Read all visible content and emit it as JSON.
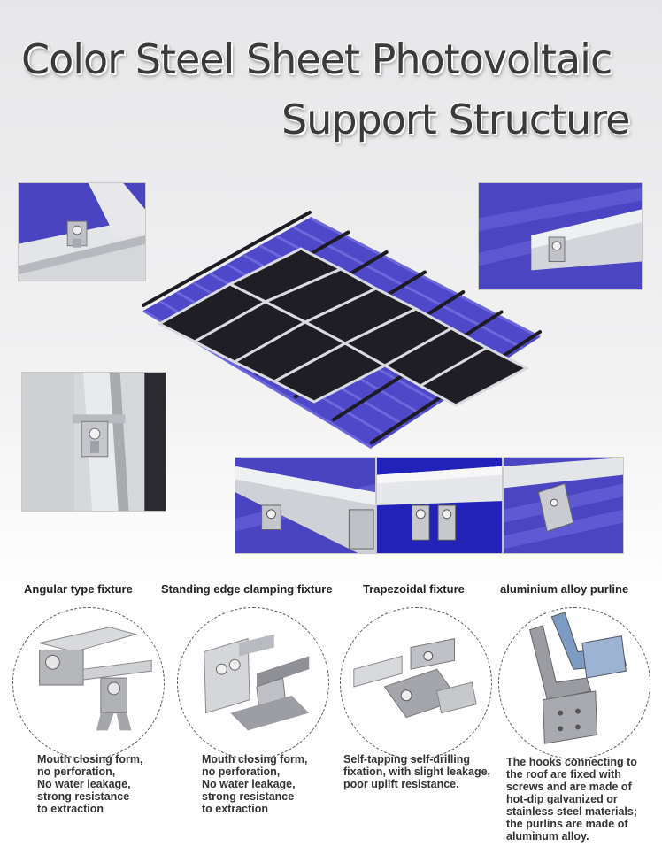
{
  "title": {
    "line1": "Color Steel Sheet Photovoltaic",
    "line2": "Support Structure"
  },
  "fixtures": [
    {
      "label": "Angular type fixture",
      "description": [
        "Mouth closing form,",
        "no perforation,",
        "No water leakage,",
        "strong resistance",
        "to extraction"
      ]
    },
    {
      "label": "Standing edge clamping fixture",
      "description": [
        "Mouth closing form,",
        "no perforation,",
        "No water leakage,",
        "strong resistance",
        "to extraction"
      ]
    },
    {
      "label": "Trapezoidal fixture",
      "description": [
        "Self-tapping self-drilling",
        "fixation, with slight leakage,",
        "poor uplift resistance."
      ]
    },
    {
      "label": "aluminium alloy purline",
      "description": [
        "The hooks connecting to",
        "the roof are fixed with",
        "screws and are made of",
        " hot-dip galvanized or",
        "stainless steel materials;",
        "the purlins are made of",
        "aluminum alloy."
      ]
    }
  ],
  "colors": {
    "roof_blue": "#4f48c8",
    "rail_silver": "#c9ccd2",
    "panel_dark": "#1e1e24",
    "title_text": "#3a3a3a"
  }
}
